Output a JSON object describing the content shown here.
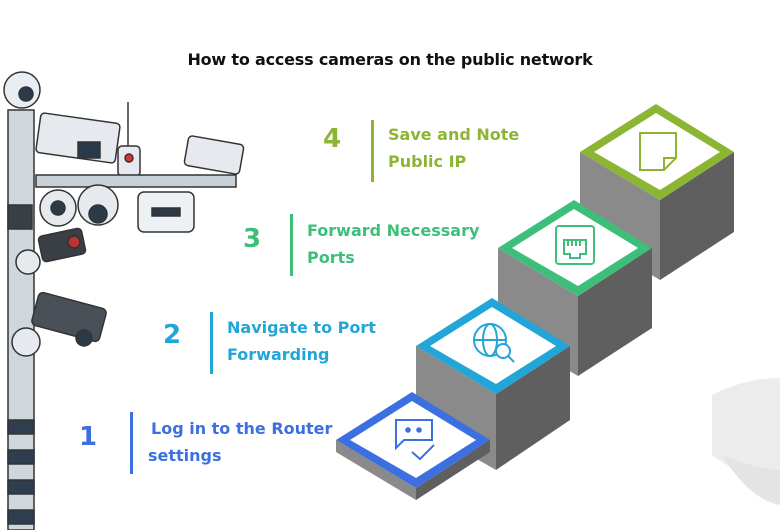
{
  "title": "How to access cameras on the public network",
  "steps": [
    {
      "number": "1",
      "line1": "Log in to the Router",
      "line2": "settings",
      "color": "#3c6fe0",
      "icon": "chat-check-icon"
    },
    {
      "number": "2",
      "line1": "Navigate to Port",
      "line2": "Forwarding",
      "color": "#22a6d8",
      "icon": "globe-search-icon"
    },
    {
      "number": "3",
      "line1": "Forward Necessary",
      "line2": "Ports",
      "color": "#3dbf7a",
      "icon": "ethernet-port-icon"
    },
    {
      "number": "4",
      "line1": "Save and Note",
      "line2": "Public IP",
      "color": "#8cb534",
      "icon": "note-icon"
    }
  ]
}
